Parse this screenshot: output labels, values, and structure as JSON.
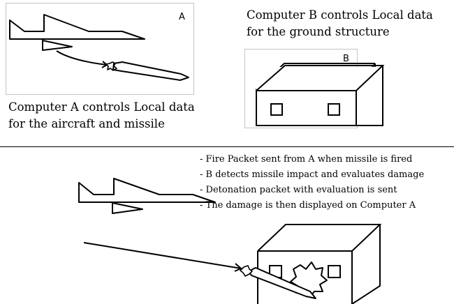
{
  "panel_a": {
    "label": "A",
    "caption": [
      "Computer A controls Local data",
      "for the aircraft and missile"
    ]
  },
  "panel_b": {
    "label": "B",
    "caption": [
      "Computer B controls Local data",
      "for the ground structure"
    ]
  },
  "steps": [
    "- Fire Packet sent from A when missile is fired",
    "- B detects missile impact and evaluates damage",
    "- Detonation packet with evaluation is sent",
    "- The damage is then displayed on Computer A"
  ]
}
